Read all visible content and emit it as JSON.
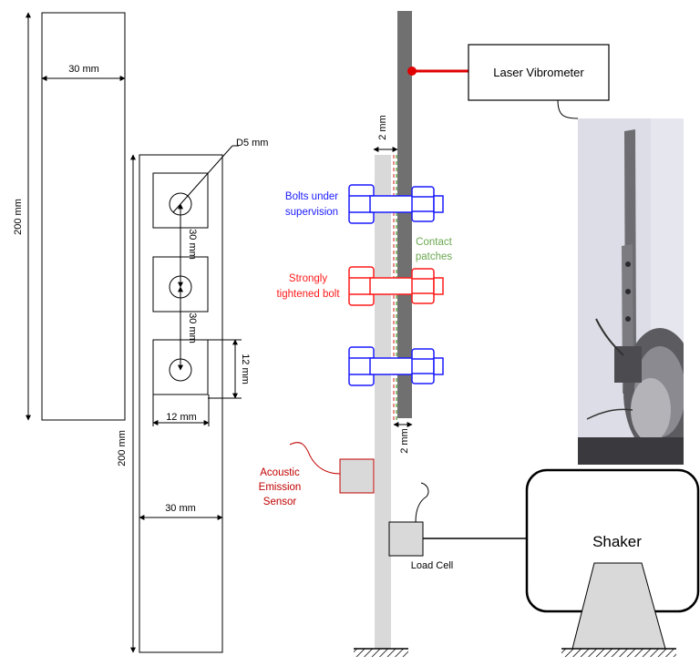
{
  "left_specimen": {
    "width_label": "30 mm",
    "height_label": "200 mm"
  },
  "right_specimen": {
    "hole_diameter_label": "D5 mm",
    "pitch_label_1": "30 mm",
    "pitch_label_2": "30 mm",
    "patch_height_label": "12 mm",
    "patch_width_label": "12 mm",
    "height_label": "200 mm",
    "width_label": "30 mm"
  },
  "setup": {
    "laser_label": "Laser Vibrometer",
    "gap_top_label": "2 mm",
    "gap_bottom_label": "2 mm",
    "bolts_label_line1": "Bolts under",
    "bolts_label_line2": "supervision",
    "contact_label_line1": "Contact",
    "contact_label_line2": "patches",
    "tight_bolt_line1": "Strongly",
    "tight_bolt_line2": "tightened bolt",
    "acoustic_line1": "Acoustic",
    "acoustic_line2": "Emission",
    "acoustic_line3": "Sensor",
    "load_cell_label": "Load Cell",
    "shaker_label": "Shaker"
  },
  "colors": {
    "supervised_bolt": "#1a1aff",
    "tight_bolt": "#ff1a1a",
    "contact_patch": "#6aa84f",
    "acoustic_label": "#c00000",
    "beam_dark": "#707070",
    "beam_light": "#d9d9d9"
  }
}
